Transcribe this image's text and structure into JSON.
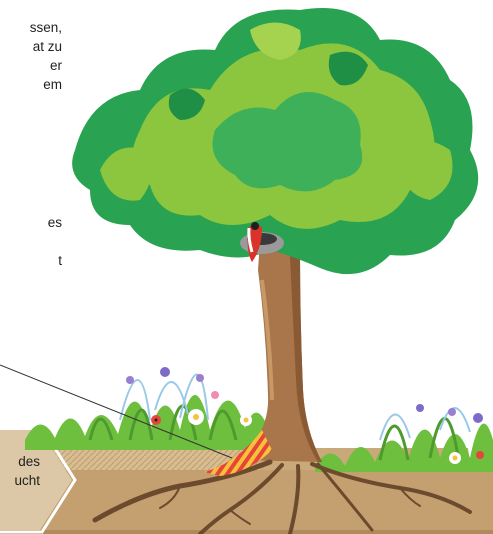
{
  "colors": {
    "canopy_dark": "#29a352",
    "canopy_light": "#8cc63f",
    "trunk": "#a8764a",
    "trunk_shade": "#8a5a34",
    "soil": "#c9a87a",
    "root": "#6b4a2e",
    "grass": "#6fbf3f",
    "arrow": "#d9c2a0",
    "stripe_red": "#e8453a",
    "stripe_yellow": "#f5c23a"
  },
  "text_blocks": [
    {
      "lines": [
        "ssen,",
        "at zu",
        "er",
        "em"
      ]
    },
    {
      "lines": [
        "es",
        "",
        "t"
      ]
    },
    {
      "lines": [
        "des",
        "ucht"
      ]
    }
  ],
  "icons": [
    "tree-canopy",
    "bird-icon",
    "nest-icon",
    "flower-icon",
    "ladybug-icon",
    "root-system"
  ]
}
